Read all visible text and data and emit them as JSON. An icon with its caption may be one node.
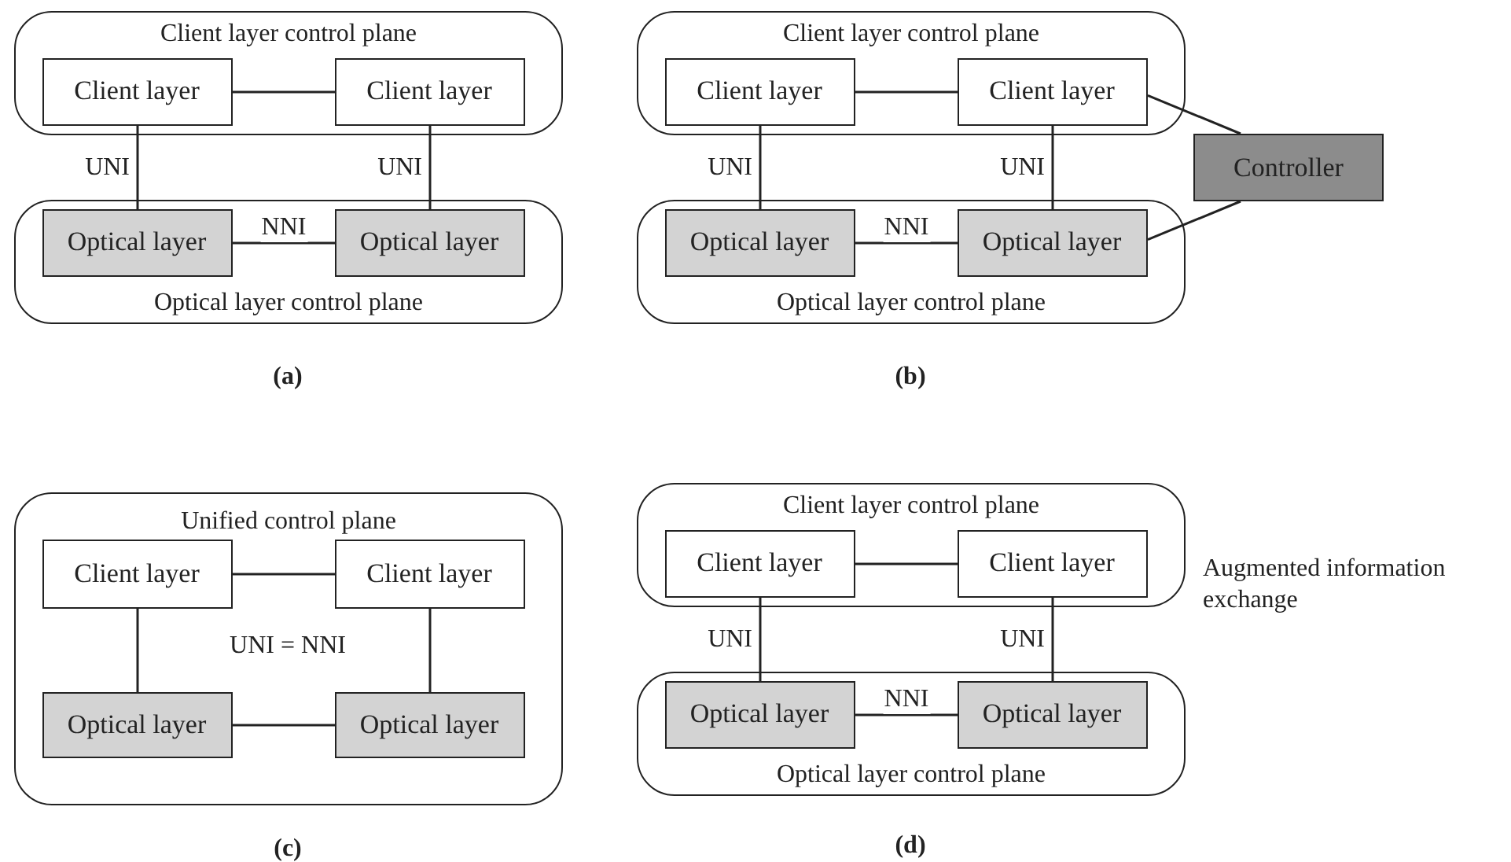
{
  "diagram": {
    "nodes": [
      {
        "text": [
          "Client layer control plane"
        ]
      },
      {
        "text": [
          "Client layer"
        ],
        "in": 0
      },
      {
        "text": [
          "Client layer"
        ],
        "in": 0
      },
      {
        "text": [
          "Optical layer control plane"
        ]
      },
      {
        "text": [
          "Optical layer"
        ],
        "in": 3
      },
      {
        "text": [
          "Optical layer"
        ],
        "in": 3
      },
      {
        "text": [
          "Client layer control plane"
        ]
      },
      {
        "text": [
          "Client layer"
        ],
        "in": 6
      },
      {
        "text": [
          "Client layer"
        ],
        "in": 6
      },
      {
        "text": [
          "Optical layer control plane"
        ]
      },
      {
        "text": [
          "Optical layer"
        ],
        "in": 9
      },
      {
        "text": [
          "Optical layer"
        ],
        "in": 9
      },
      {
        "text": [
          "Controller"
        ]
      },
      {
        "text": [
          "Unified control plane"
        ]
      },
      {
        "text": [
          "Client layer"
        ],
        "in": 13
      },
      {
        "text": [
          "Client layer"
        ],
        "in": 13
      },
      {
        "text": [
          "Optical layer"
        ],
        "in": 13
      },
      {
        "text": [
          "Optical layer"
        ],
        "in": 13
      },
      {
        "text": [
          "Client layer control plane"
        ]
      },
      {
        "text": [
          "Client layer"
        ],
        "in": 18
      },
      {
        "text": [
          "Client layer"
        ],
        "in": 18
      },
      {
        "text": [
          "Optical layer control plane"
        ]
      },
      {
        "text": [
          "Optical layer"
        ],
        "in": 21
      },
      {
        "text": [
          "Optical layer"
        ],
        "in": 21
      }
    ],
    "edges": [
      {
        "from": 1,
        "to": 2,
        "arrow": "none"
      },
      {
        "from": 1,
        "to": 4,
        "arrow": "none",
        "label": "UNI"
      },
      {
        "from": 2,
        "to": 5,
        "arrow": "none",
        "label": "UNI"
      },
      {
        "from": 4,
        "to": 5,
        "arrow": "none",
        "label": "NNI"
      },
      {
        "from": 7,
        "to": 8,
        "arrow": "none"
      },
      {
        "from": 7,
        "to": 10,
        "arrow": "none",
        "label": "UNI"
      },
      {
        "from": 8,
        "to": 11,
        "arrow": "none",
        "label": "UNI"
      },
      {
        "from": 10,
        "to": 11,
        "arrow": "none",
        "label": "NNI"
      },
      {
        "from": 8,
        "to": 12,
        "arrow": "none"
      },
      {
        "from": 11,
        "to": 12,
        "arrow": "none"
      },
      {
        "from": 14,
        "to": 15,
        "arrow": "none"
      },
      {
        "from": 14,
        "to": 16,
        "arrow": "none"
      },
      {
        "from": 15,
        "to": 17,
        "arrow": "none"
      },
      {
        "from": 16,
        "to": 17,
        "arrow": "none"
      },
      {
        "from": 19,
        "to": 20,
        "arrow": "none"
      },
      {
        "from": 19,
        "to": 22,
        "arrow": "none",
        "label": "UNI"
      },
      {
        "from": 20,
        "to": 23,
        "arrow": "none",
        "label": "UNI"
      },
      {
        "from": 22,
        "to": 23,
        "arrow": "none",
        "label": "NNI"
      }
    ],
    "labels": [
      "(a)",
      "(b)",
      "UNI = NNI",
      "Augmented information exchange",
      "(c)",
      "(d)"
    ]
  }
}
